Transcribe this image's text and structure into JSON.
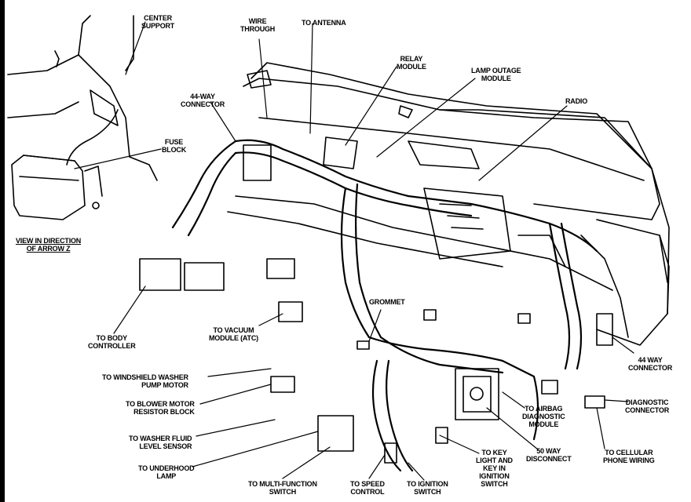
{
  "labels": {
    "center_support": "CENTER\nSUPPORT",
    "wire_through": "WIRE\nTHROUGH",
    "to_antenna": "TO ANTENNA",
    "relay_module": "RELAY\nMODULE",
    "lamp_outage_module": "LAMP OUTAGE\nMODULE",
    "radio": "RADIO",
    "connector_44way_top": "44-WAY\nCONNECTOR",
    "fuse_block": "FUSE\nBLOCK",
    "view_arrow": "VIEW IN DIRECTION\nOF ARROW Z",
    "grommet": "GROMMET",
    "to_vacuum_module": "TO VACUUM\nMODULE (ATC)",
    "to_body_controller": "TO BODY\nCONTROLLER",
    "to_windshield_washer": "TO WINDSHIELD WASHER\nPUMP MOTOR",
    "to_blower_motor": "TO BLOWER MOTOR\nRESISTOR BLOCK",
    "to_washer_fluid": "TO WASHER FLUID\nLEVEL SENSOR",
    "to_underhood_lamp": "TO UNDERHOOD\nLAMP",
    "to_multi_function": "TO MULTI-FUNCTION\nSWITCH",
    "to_speed_control": "TO SPEED\nCONTROL",
    "to_ignition_switch": "TO IGNITION\nSWITCH",
    "to_key_light": "TO KEY\nLIGHT AND\nKEY IN\nIGNITION\nSWITCH",
    "disconnect_50way": "50 WAY\nDISCONNECT",
    "to_airbag": "TO AIRBAG\nDIAGNOSTIC\nMODULE",
    "to_cellular": "TO CELLULAR\nPHONE WIRING",
    "diagnostic_connector": "DIAGNOSTIC\nCONNECTOR",
    "connector_44way_right": "44 WAY\nCONNECTOR"
  }
}
